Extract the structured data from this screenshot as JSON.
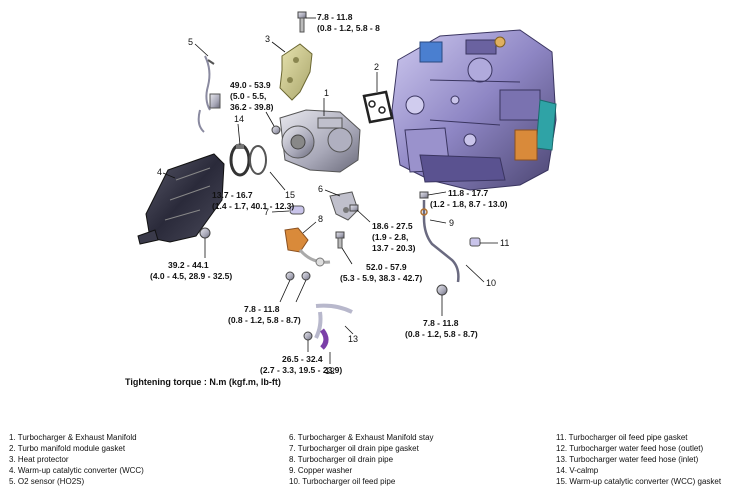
{
  "torque_note": "Tightening torque : N.m (kgf.m, lb-ft)",
  "callouts": [
    "1",
    "2",
    "3",
    "4",
    "5",
    "6",
    "7",
    "8",
    "9",
    "10",
    "11",
    "12",
    "13",
    "14",
    "15"
  ],
  "torques": {
    "t_top": [
      "7.8 - 11.8",
      "(0.8 - 1.2, 5.8 - 8"
    ],
    "t_manifold": [
      "49.0 - 53.9",
      "(5.0 - 5.5,",
      "36.2 - 39.8)"
    ],
    "t_vclamp": [
      "13.7 - 16.7",
      "(1.4 - 1.7, 40.1 - 12.3)"
    ],
    "t_wcc": [
      "39.2 - 44.1",
      "(4.0 - 4.5, 28.9 - 32.5)"
    ],
    "t_stay": [
      "18.6 - 27.5",
      "(1.9 - 2.8,",
      "13.7 - 20.3)"
    ],
    "t_drain": [
      "52.0 - 57.9",
      "(5.3 - 5.9, 38.3 - 42.7)"
    ],
    "t_drain_bolt": [
      "7.8 - 11.8",
      "(0.8 - 1.2, 5.8 - 8.7)"
    ],
    "t_hose": [
      "26.5 - 32.4",
      "(2.7 - 3.3, 19.5 - 23.9)"
    ],
    "t_feed": [
      "11.8 - 17.7",
      "(1.2 - 1.8, 8.7 - 13.0)"
    ],
    "t_feed_bottom": [
      "7.8 - 11.8",
      "(0.8 - 1.2, 5.8 - 8.7)"
    ]
  },
  "legend": {
    "col_a": [
      "1. Turbocharger & Exhaust Manifold",
      "2. Turbo manifold module gasket",
      "3. Heat protector",
      "4. Warm-up catalytic converter (WCC)",
      "5. O2 sensor (HO2S)"
    ],
    "col_b": [
      "6. Turbocharger & Exhaust Manifold stay",
      "7. Turbocharger oil drain pipe gasket",
      "8. Turbocharger oil drain pipe",
      "9. Copper washer",
      "10. Turbocharger oil feed pipe"
    ],
    "col_c": [
      "11. Turbocharger oil feed pipe gasket",
      "12. Turbocharger water feed hose (outlet)",
      "13. Turbocharger water feed hose (inlet)",
      "14. V-calmp",
      "15. Warm-up catalytic converter (WCC) gasket"
    ]
  },
  "colors": {
    "engine": "#8e86c4",
    "engine_dark": "#4a4470",
    "engine_highlight": "#c9c4ea",
    "orange": "#d98a3a",
    "teal": "#2fa3a6",
    "catalyst": "#2a2a3a",
    "heat_shield": "#c9c48a",
    "hose_purple": "#7b3fa8"
  }
}
